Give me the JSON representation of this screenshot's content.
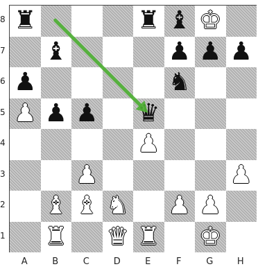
{
  "files": [
    "A",
    "B",
    "C",
    "D",
    "E",
    "F",
    "G",
    "H"
  ],
  "ranks": [
    "8",
    "7",
    "6",
    "5",
    "4",
    "3",
    "2",
    "1"
  ],
  "colors": {
    "light": "#ffffff",
    "dark": "#c9c9c9",
    "arrow": "#4caf32"
  },
  "pieces": [
    {
      "square": "a8",
      "color": "black",
      "type": "rook",
      "glyph": "♜"
    },
    {
      "square": "e8",
      "color": "black",
      "type": "rook",
      "glyph": "♜"
    },
    {
      "square": "f8",
      "color": "black",
      "type": "bishop",
      "glyph": "♝"
    },
    {
      "square": "g8",
      "color": "white",
      "type": "king",
      "glyph": "♚"
    },
    {
      "square": "b7",
      "color": "black",
      "type": "bishop",
      "glyph": "♝"
    },
    {
      "square": "f7",
      "color": "black",
      "type": "pawn",
      "glyph": "♟"
    },
    {
      "square": "g7",
      "color": "black",
      "type": "pawn",
      "glyph": "♟"
    },
    {
      "square": "h7",
      "color": "black",
      "type": "pawn",
      "glyph": "♟"
    },
    {
      "square": "a6",
      "color": "black",
      "type": "pawn",
      "glyph": "♟"
    },
    {
      "square": "f6",
      "color": "black",
      "type": "knight",
      "glyph": "♞"
    },
    {
      "square": "a5",
      "color": "white",
      "type": "pawn",
      "glyph": "♟"
    },
    {
      "square": "b5",
      "color": "black",
      "type": "pawn",
      "glyph": "♟"
    },
    {
      "square": "c5",
      "color": "black",
      "type": "pawn",
      "glyph": "♟"
    },
    {
      "square": "e5",
      "color": "black",
      "type": "queen",
      "glyph": "♛"
    },
    {
      "square": "e4",
      "color": "white",
      "type": "pawn",
      "glyph": "♟"
    },
    {
      "square": "c3",
      "color": "white",
      "type": "pawn",
      "glyph": "♟"
    },
    {
      "square": "h3",
      "color": "white",
      "type": "pawn",
      "glyph": "♟"
    },
    {
      "square": "b2",
      "color": "white",
      "type": "bishop",
      "glyph": "♝"
    },
    {
      "square": "c2",
      "color": "white",
      "type": "bishop",
      "glyph": "♝"
    },
    {
      "square": "d2",
      "color": "white",
      "type": "knight",
      "glyph": "♞"
    },
    {
      "square": "f2",
      "color": "white",
      "type": "pawn",
      "glyph": "♟"
    },
    {
      "square": "g2",
      "color": "white",
      "type": "pawn",
      "glyph": "♟"
    },
    {
      "square": "b1",
      "color": "white",
      "type": "rook",
      "glyph": "♜"
    },
    {
      "square": "d1",
      "color": "white",
      "type": "queen",
      "glyph": "♛"
    },
    {
      "square": "e1",
      "color": "white",
      "type": "rook",
      "glyph": "♜"
    },
    {
      "square": "g1",
      "color": "white",
      "type": "king",
      "glyph": "♚"
    }
  ],
  "arrow": {
    "from": "b8",
    "to": "e5"
  }
}
